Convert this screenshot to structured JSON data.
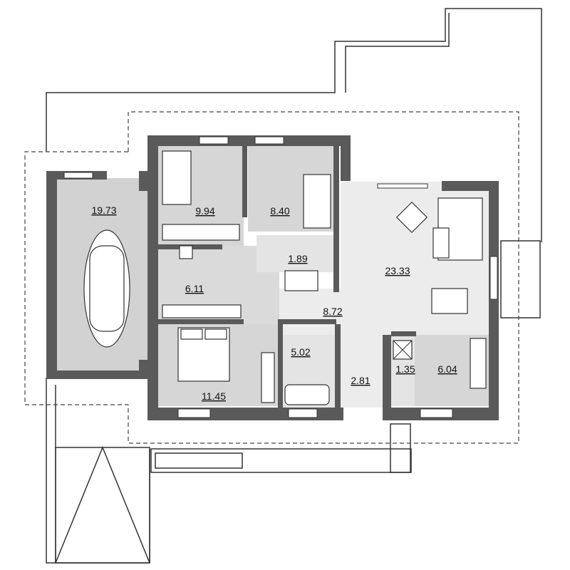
{
  "rooms": [
    {
      "id": "garage",
      "area": "19.73"
    },
    {
      "id": "bedroom-1",
      "area": "9.94"
    },
    {
      "id": "bedroom-2",
      "area": "8.40"
    },
    {
      "id": "wc",
      "area": "1.89"
    },
    {
      "id": "hall",
      "area": "6.11"
    },
    {
      "id": "living-dining",
      "area": "23.33"
    },
    {
      "id": "corridor",
      "area": "8.72"
    },
    {
      "id": "bathroom",
      "area": "5.02"
    },
    {
      "id": "master-bedroom",
      "area": "11.45"
    },
    {
      "id": "entrance",
      "area": "2.81"
    },
    {
      "id": "utility",
      "area": "1.35"
    },
    {
      "id": "kitchen",
      "area": "6.04"
    }
  ],
  "colors": {
    "wall": "#5a5a5a",
    "room": "#d6d6d6",
    "living": "#ececec"
  }
}
